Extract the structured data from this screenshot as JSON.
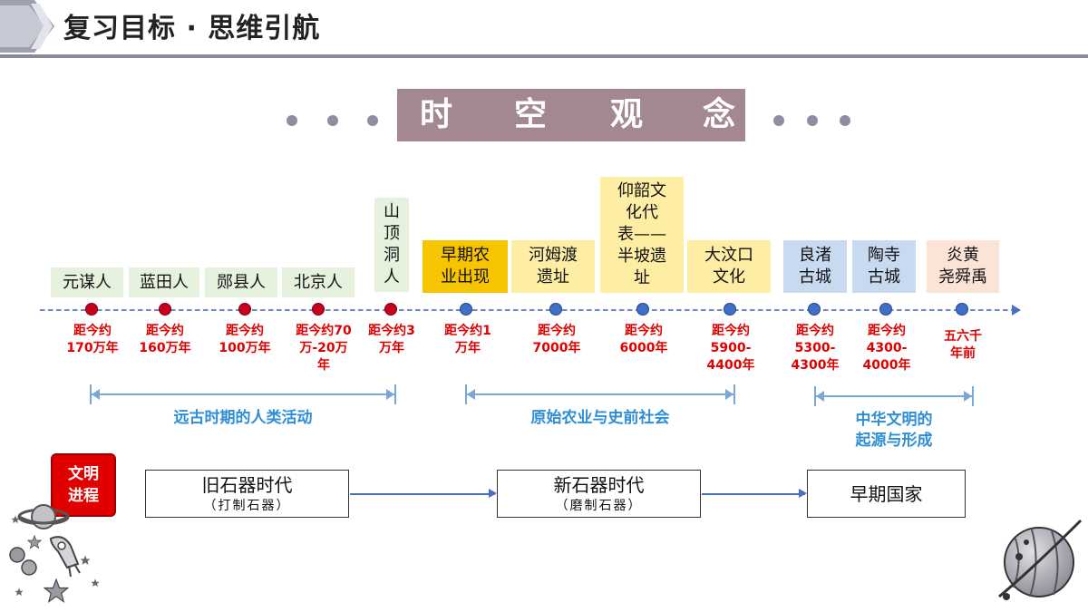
{
  "header": {
    "title": "复习目标 · 思维引航"
  },
  "banner": {
    "chars": [
      "时",
      "空",
      "观",
      "念"
    ]
  },
  "timeline_labels": [
    "元谋人",
    "蓝田人",
    "郧县人",
    "北京人",
    "山顶洞人",
    "早期农业出现",
    "河姆渡遗址",
    "仰韶文化代表——半坡遗址",
    "大汶口文化",
    "良渚古城",
    "陶寺古城",
    "炎黄尧舜禹"
  ],
  "timeline_labels_lines": [
    [
      "元谋人"
    ],
    [
      "蓝田人"
    ],
    [
      "郧县人"
    ],
    [
      "北京人"
    ],
    [
      "山",
      "顶",
      "洞",
      "人"
    ],
    [
      "早期农",
      "业出现"
    ],
    [
      "河姆渡",
      "遗址"
    ],
    [
      "仰韶文",
      "化代",
      "表——",
      "半坡遗",
      "址"
    ],
    [
      "大汶口",
      "文化"
    ],
    [
      "良渚",
      "古城"
    ],
    [
      "陶寺",
      "古城"
    ],
    [
      "炎黄",
      "尧舜禹"
    ]
  ],
  "dates_lines": [
    [
      "距今约",
      "170万年"
    ],
    [
      "距今约",
      "160万年"
    ],
    [
      "距今约",
      "100万年"
    ],
    [
      "距今约70",
      "万-20万",
      "年"
    ],
    [
      "距今约3",
      "万年"
    ],
    [
      "距今约1",
      "万年"
    ],
    [
      "距今约",
      "7000年"
    ],
    [
      "距今约",
      "6000年"
    ],
    [
      "距今约",
      "5900-",
      "4400年"
    ],
    [
      "距今约",
      "5300-",
      "4300年"
    ],
    [
      "距今约",
      "4300-",
      "4000年"
    ],
    [
      "五六千",
      "年前"
    ]
  ],
  "periods": {
    "p1": "远古时期的人类活动",
    "p2": "原始农业与史前社会",
    "p3_line1": "中华文明的",
    "p3_line2": "起源与形成"
  },
  "civilization": {
    "badge_line1": "文明",
    "badge_line2": "进程",
    "age1": "旧石器时代",
    "age1_sub": "（打制石器）",
    "age2": "新石器时代",
    "age2_sub": "（磨制石器）",
    "age3": "早期国家"
  },
  "icons": [
    "chevron-icon",
    "planet-icon",
    "rocket-icon",
    "star-icon"
  ],
  "colors": {
    "banner": "#a48891",
    "date_red": "#e00000",
    "period_blue": "#2f8fd6",
    "timeline_blue": "#4a6fc0"
  }
}
